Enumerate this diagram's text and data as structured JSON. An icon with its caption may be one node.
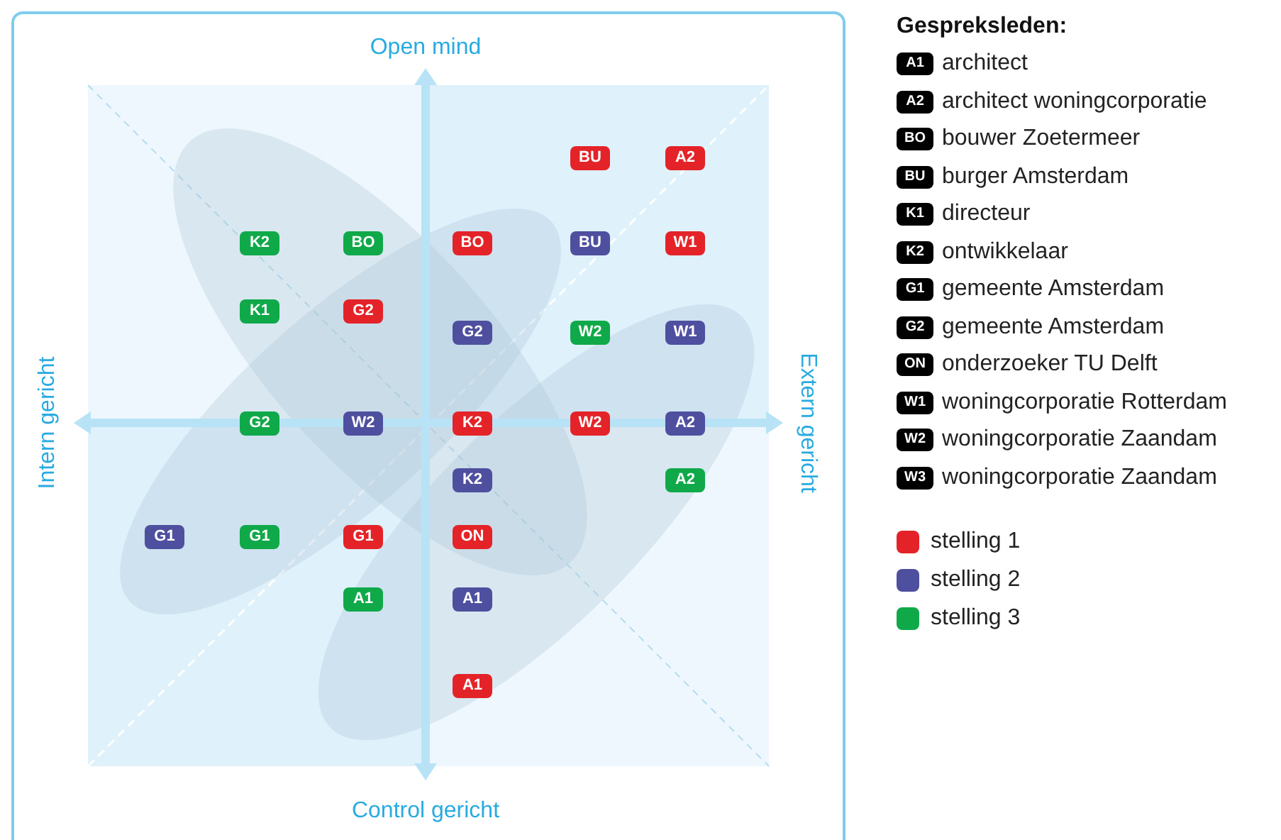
{
  "diagram": {
    "nodes": [
      {
        "text": [
          "BU"
        ]
      },
      {
        "text": [
          "A2"
        ]
      },
      {
        "text": [
          "K2"
        ]
      },
      {
        "text": [
          "BO"
        ]
      },
      {
        "text": [
          "BO"
        ]
      },
      {
        "text": [
          "BU"
        ]
      },
      {
        "text": [
          "W1"
        ]
      },
      {
        "text": [
          "K1"
        ]
      },
      {
        "text": [
          "G2"
        ]
      },
      {
        "text": [
          "G2"
        ]
      },
      {
        "text": [
          "W2"
        ]
      },
      {
        "text": [
          "W1"
        ]
      },
      {
        "text": [
          "G2"
        ]
      },
      {
        "text": [
          "W2"
        ]
      },
      {
        "text": [
          "K2"
        ]
      },
      {
        "text": [
          "W2"
        ]
      },
      {
        "text": [
          "A2"
        ]
      },
      {
        "text": [
          "K2"
        ]
      },
      {
        "text": [
          "A2"
        ]
      },
      {
        "text": [
          "G1"
        ]
      },
      {
        "text": [
          "G1"
        ]
      },
      {
        "text": [
          "G1"
        ]
      },
      {
        "text": [
          "ON"
        ]
      },
      {
        "text": [
          "A1"
        ]
      },
      {
        "text": [
          "A1"
        ]
      },
      {
        "text": [
          "A1"
        ]
      }
    ],
    "labels": [
      "Open mind",
      "Intern gericht",
      "Extern gericht",
      "Control gericht",
      "Gespreksleden:",
      "A1",
      "architect",
      "A2",
      "architect woningcorporatie",
      "BO",
      "bouwer Zoetermeer",
      "BU",
      "burger Amsterdam",
      "K1",
      "directeur",
      "K2",
      "ontwikkelaar",
      "G1",
      "gemeente Amsterdam",
      "G2",
      "gemeente Amsterdam",
      "ON",
      "onderzoeker TU Delft",
      "W1",
      "woningcorporatie Rotterdam",
      "W2",
      "woningcorporatie Zaandam",
      "W3",
      "woningcorporatie Zaandam"
    ],
    "legend": [
      {
        "text": "stelling 1",
        "color": "#e42329"
      },
      {
        "text": "stelling 2",
        "color": "#4f4f9f"
      },
      {
        "text": "stelling 3",
        "color": "#10a94a"
      }
    ]
  }
}
